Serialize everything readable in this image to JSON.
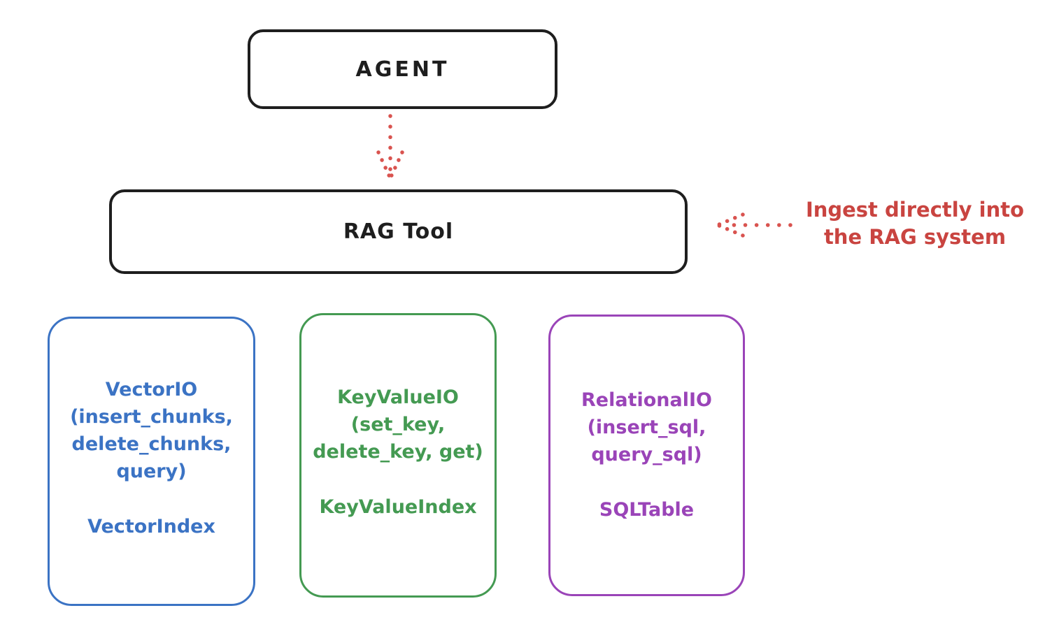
{
  "diagram": {
    "agent": {
      "label": "AGENT"
    },
    "rag_tool": {
      "label": "RAG Tool"
    },
    "annotation": {
      "lines": [
        "Ingest directly into",
        "the RAG system"
      ]
    },
    "io_nodes": [
      {
        "name": "vector-io",
        "method_lines": [
          "VectorIO",
          "(insert_chunks,",
          "delete_chunks,",
          "query)"
        ],
        "index_label": "VectorIndex",
        "color": "#3b73c4"
      },
      {
        "name": "keyvalue-io",
        "method_lines": [
          "KeyValueIO",
          "(set_key,",
          "delete_key, get)"
        ],
        "index_label": "KeyValueIndex",
        "color": "#449a52"
      },
      {
        "name": "relational-io",
        "method_lines": [
          "RelationalIO",
          "(insert_sql,",
          "query_sql)"
        ],
        "index_label": "SQLTable",
        "color": "#9a44b8"
      }
    ],
    "colors": {
      "stroke": "#1e1e1e",
      "arrow_red": "#d9534f",
      "annotation_red": "#c94440"
    }
  }
}
